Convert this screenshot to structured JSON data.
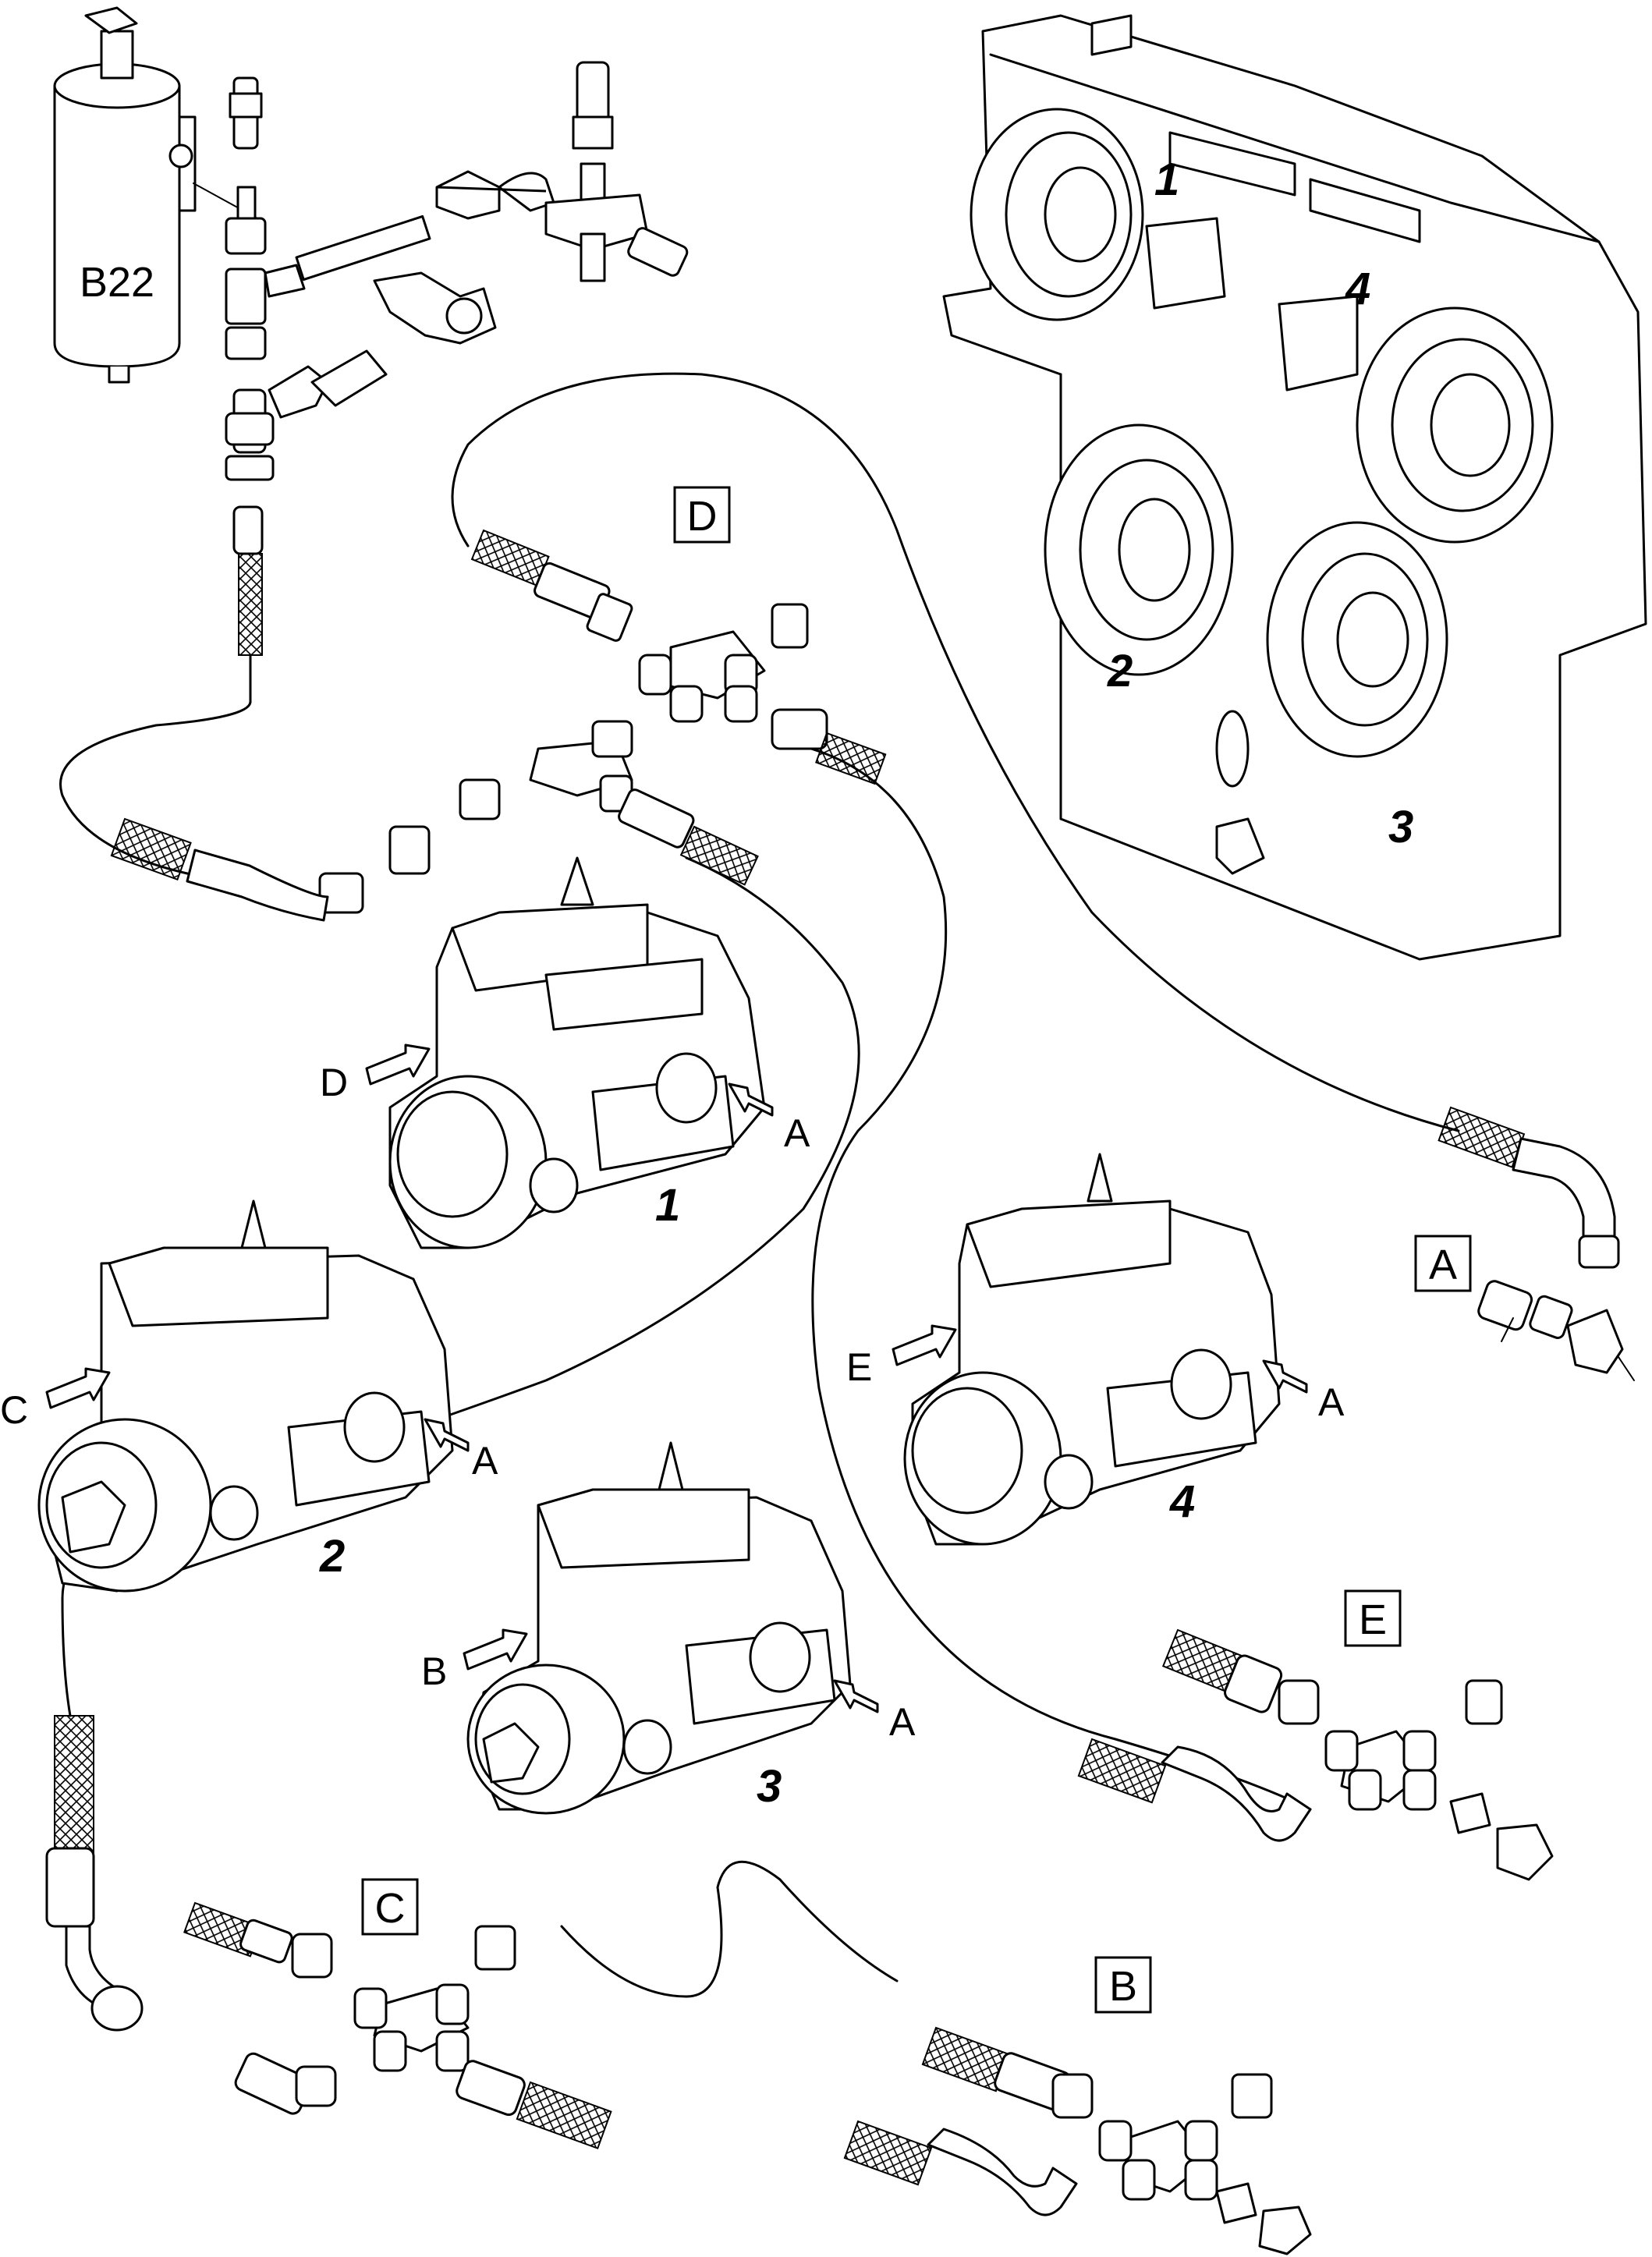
{
  "filter": {
    "label": "B22"
  },
  "detail_views": {
    "A": "A",
    "B": "B",
    "C": "C",
    "D": "D",
    "E": "E"
  },
  "pumps": [
    {
      "number": "1",
      "arrow_left": "D",
      "arrow_right": "A"
    },
    {
      "number": "2",
      "arrow_left": "C",
      "arrow_right": "A"
    },
    {
      "number": "3",
      "arrow_left": "B",
      "arrow_right": "A"
    },
    {
      "number": "4",
      "arrow_left": "E",
      "arrow_right": "A"
    }
  ],
  "gearbox": {
    "port_labels": [
      "1",
      "2",
      "3",
      "4"
    ]
  }
}
